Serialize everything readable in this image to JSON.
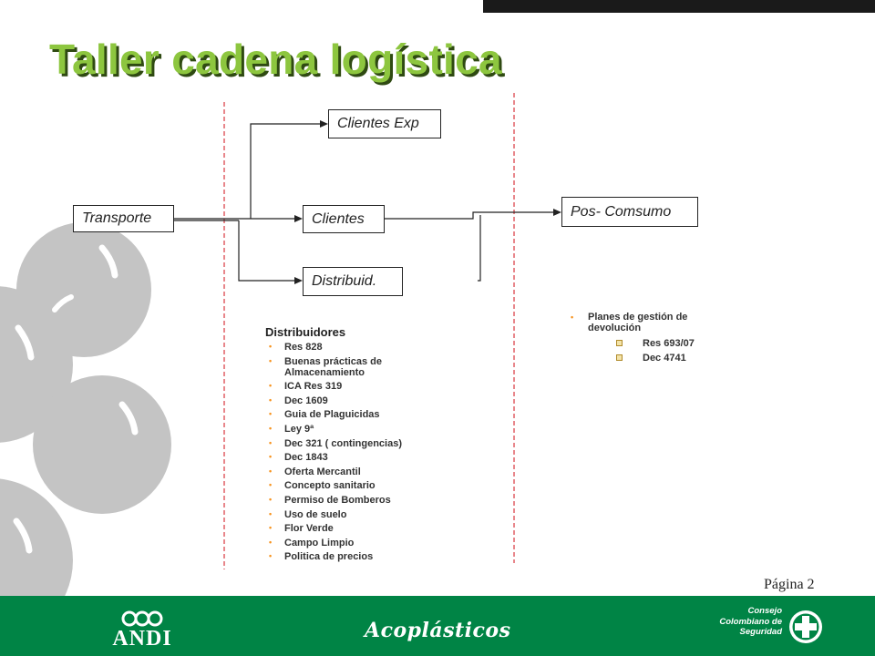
{
  "title": "Taller cadena logística",
  "page_number": "Página 2",
  "diagram": {
    "nodes": {
      "transporte": "Transporte",
      "clientes_exp": "Clientes Exp",
      "clientes": "Clientes",
      "distribuid": "Distribuid.",
      "pos_consumo": "Pos- Comsumo"
    }
  },
  "distribuidores": {
    "heading": "Distribuidores",
    "items": [
      "Res 828",
      "Buenas prácticas de Almacenamiento",
      "ICA Res 319",
      "Dec 1609",
      "Guia de Plaguicidas",
      "Ley 9ª",
      "Dec 321 ( contingencias)",
      "Dec 1843",
      "Oferta Mercantil",
      "Concepto sanitario",
      "Permiso de Bomberos",
      "Uso de suelo",
      "Flor Verde",
      "Campo Limpio",
      "Politica de precios"
    ]
  },
  "pos_consumo": {
    "main": "Planes de gestión de devolución",
    "items": [
      "Res 693/07",
      "Dec 4741"
    ]
  },
  "footer": {
    "andi": "ANDI",
    "acoplasticos": "Acoplásticos",
    "ccs_line1": "Consejo",
    "ccs_line2": "Colombiano de",
    "ccs_line3": "Seguridad"
  },
  "colors": {
    "title_green": "#8dc63f",
    "footer_green": "#008445",
    "divider_red": "#d9363e",
    "bullet_orange": "#f7931e"
  }
}
